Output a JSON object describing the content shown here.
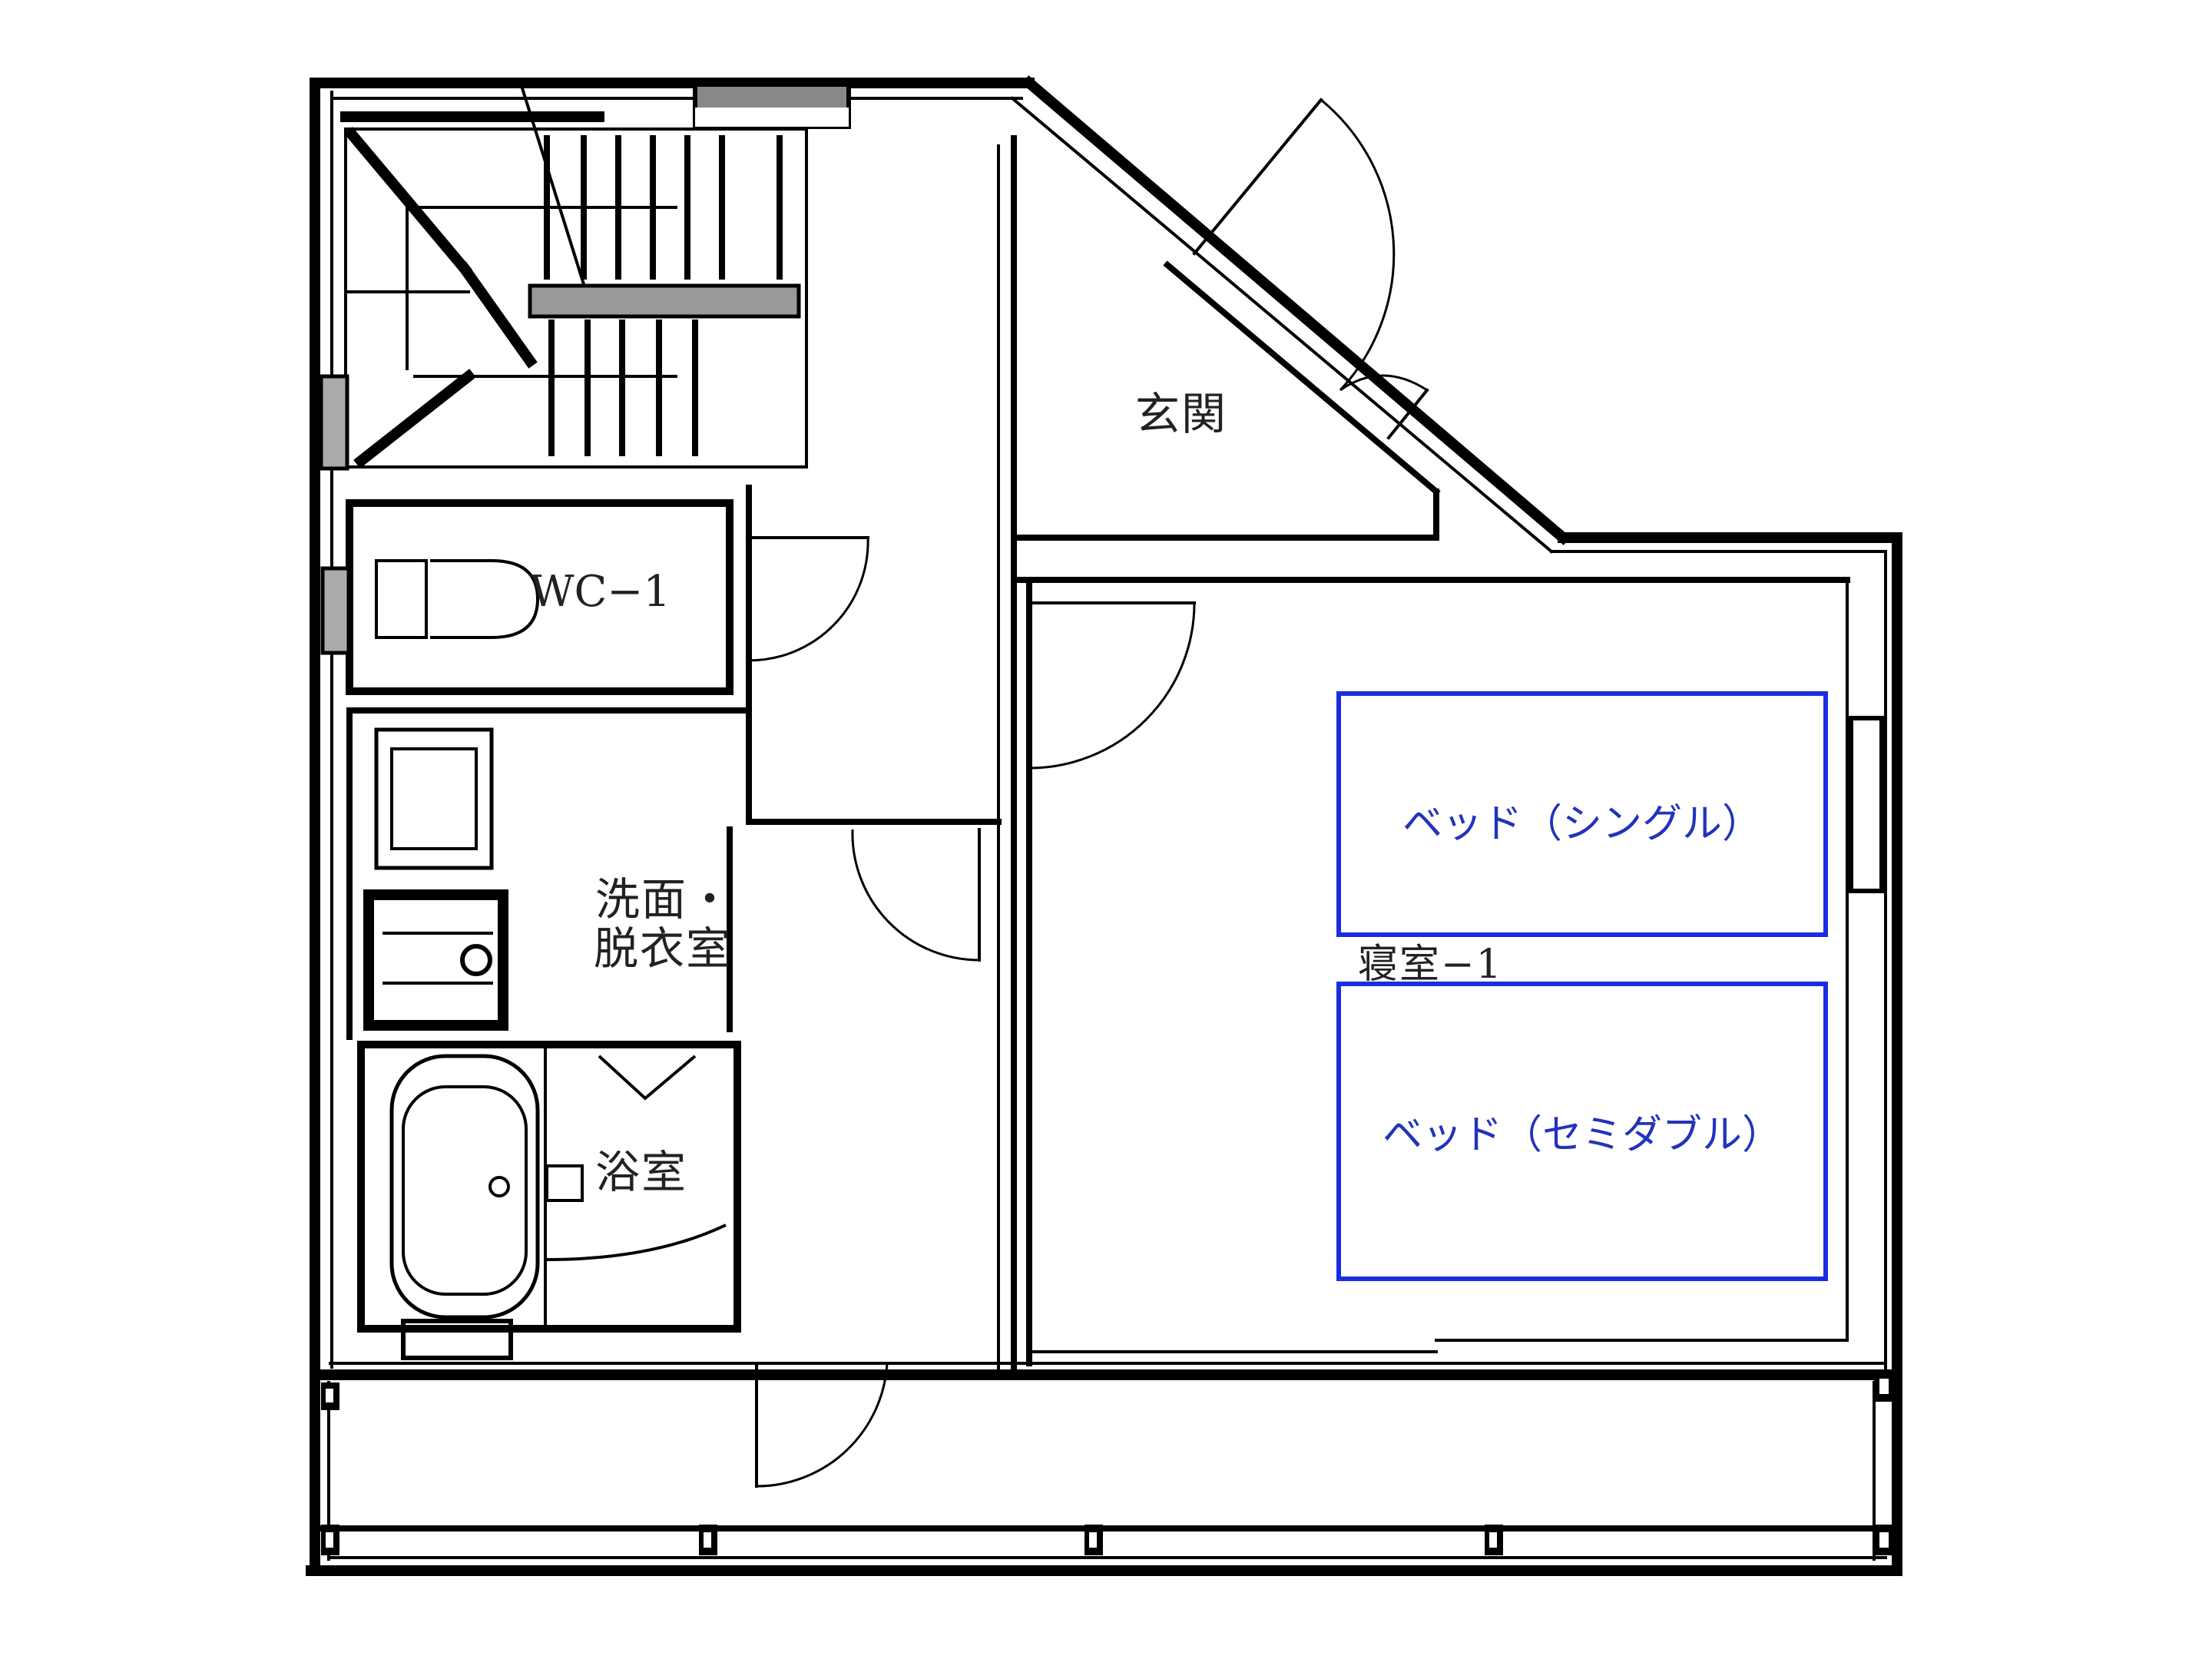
{
  "plan": {
    "rooms": [
      {
        "id": "entrance",
        "label": "玄関"
      },
      {
        "id": "wc",
        "label": "WC−1"
      },
      {
        "id": "washroom",
        "label_line1": "洗面・",
        "label_line2": "脱衣室"
      },
      {
        "id": "bathroom",
        "label": "浴室"
      },
      {
        "id": "bedroom",
        "label": "寝室−1"
      }
    ],
    "furniture": [
      {
        "id": "bed-single",
        "label": "ベッド（シングル）"
      },
      {
        "id": "bed-semidouble",
        "label": "ベッド（セミダブル）"
      }
    ],
    "colors": {
      "walls": "#000000",
      "furniture_outline": "#1a2ee0",
      "furniture_text": "#2233bb",
      "background": "#ffffff"
    }
  }
}
